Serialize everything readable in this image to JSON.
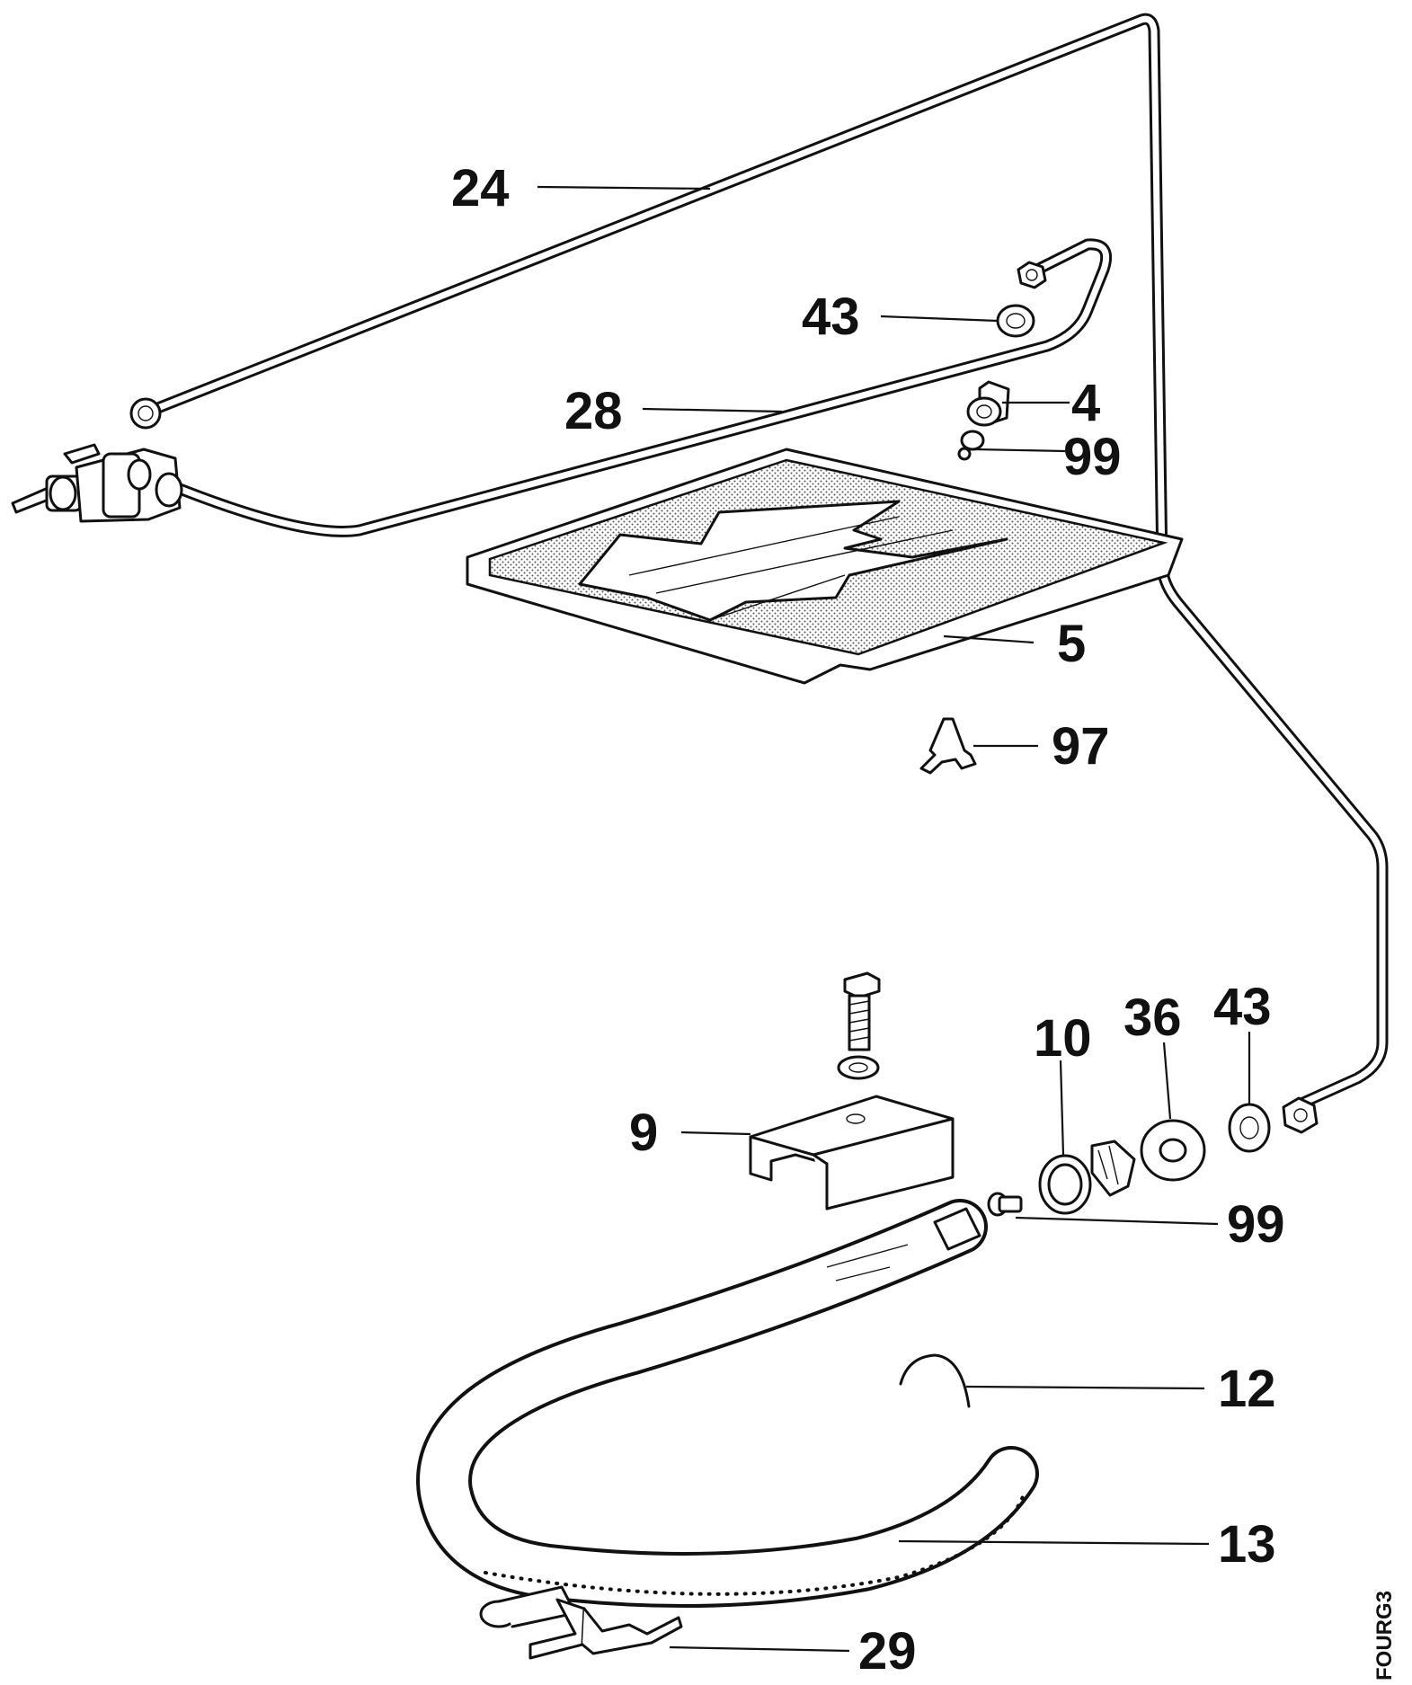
{
  "diagram": {
    "drawing_code": "FOURG3",
    "callouts": {
      "c24": "24",
      "c43_top": "43",
      "c28": "28",
      "c4": "4",
      "c99_top": "99",
      "c5": "5",
      "c97": "97",
      "c9": "9",
      "c10": "10",
      "c36": "36",
      "c43_bottom": "43",
      "c99_bottom": "99",
      "c12": "12",
      "c13": "13",
      "c29": "29"
    }
  }
}
